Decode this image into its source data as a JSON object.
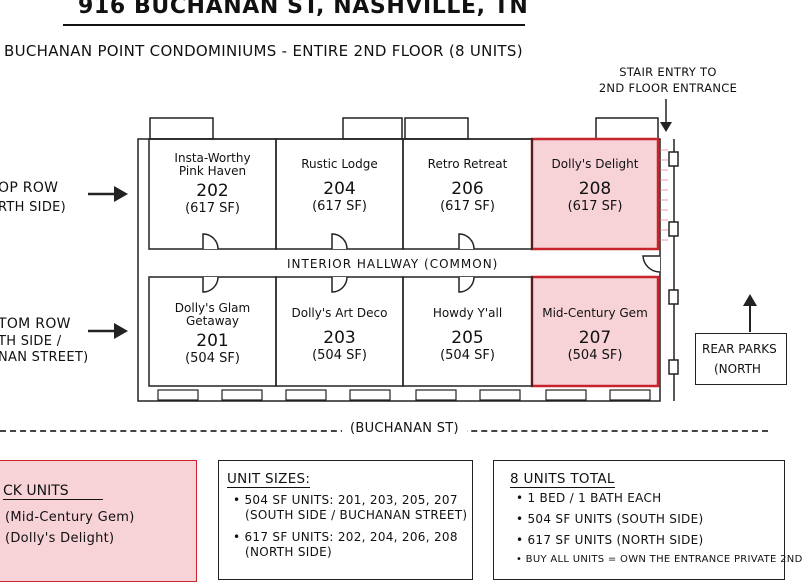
{
  "header": {
    "title": "916 BUCHANAN ST, NASHVILLE, TN",
    "subtitle": "BUCHANAN POINT CONDOMINIUMS - ENTIRE 2ND FLOOR (8 UNITS)"
  },
  "stair_entry": {
    "line1": "STAIR ENTRY TO",
    "line2": "2ND FLOOR ENTRANCE"
  },
  "row_labels": {
    "top": {
      "line1": "OP ROW",
      "line2": "RTH SIDE)"
    },
    "bottom": {
      "line1": "TOM ROW",
      "line2": "TH SIDE /",
      "line3": "NAN STREET)"
    }
  },
  "hallway_label": "INTERIOR HALLWAY (COMMON)",
  "top_units": [
    {
      "name": "Insta-Worthy\nPink Haven",
      "number": "202",
      "sf": "(617 SF)",
      "highlight": false
    },
    {
      "name": "Rustic Lodge",
      "number": "204",
      "sf": "(617 SF)",
      "highlight": false
    },
    {
      "name": "Retro Retreat",
      "number": "206",
      "sf": "(617 SF)",
      "highlight": false
    },
    {
      "name": "Dolly's Delight",
      "number": "208",
      "sf": "(617 SF)",
      "highlight": true
    }
  ],
  "bottom_units": [
    {
      "name": "Dolly's Glam\nGetaway",
      "number": "201",
      "sf": "(504 SF)",
      "highlight": false
    },
    {
      "name": "Dolly's Art Deco",
      "number": "203",
      "sf": "(504 SF)",
      "highlight": false
    },
    {
      "name": "Howdy Y'all",
      "number": "205",
      "sf": "(504 SF)",
      "highlight": false
    },
    {
      "name": "Mid-Century Gem",
      "number": "207",
      "sf": "(504 SF)",
      "highlight": true
    }
  ],
  "parking": {
    "line1": "REAR PARKS",
    "line2": "(NORTH"
  },
  "street_label": "(BUCHANAN ST)",
  "colors": {
    "highlight_fill": "#f7d3d8",
    "highlight_border": "#c8242c",
    "line": "#222222"
  },
  "legend_left": {
    "title": "CK UNITS",
    "items": [
      "(Mid-Century Gem)",
      "(Dolly's Delight)"
    ]
  },
  "unit_sizes": {
    "title": "UNIT SIZES:",
    "b1_line1": "• 504 SF UNITS: 201, 203, 205, 207",
    "b1_line2": "(SOUTH SIDE / BUCHANAN STREET)",
    "b2_line1": "• 617 SF UNITS: 202, 204, 206, 208",
    "b2_line2": "(NORTH SIDE)"
  },
  "totals": {
    "title": "8 UNITS TOTAL",
    "items": [
      "• 1 BED / 1 BATH EACH",
      "• 504 SF UNITS (SOUTH SIDE)",
      "• 617 SF UNITS (NORTH SIDE)",
      "• BUY ALL UNITS = OWN THE ENTRANCE PRIVATE 2ND"
    ]
  }
}
